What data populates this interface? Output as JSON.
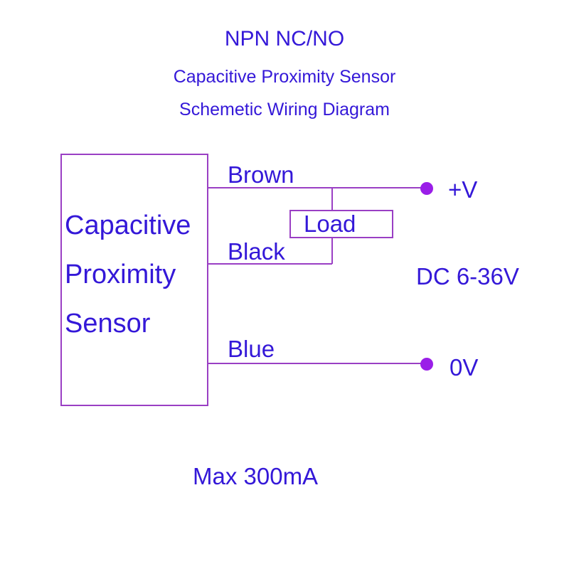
{
  "header": {
    "title": "NPN NC/NO",
    "subtitle_1": "Capacitive Proximity Sensor",
    "subtitle_2": "Schemetic Wiring Diagram"
  },
  "sensor": {
    "line_1": "Capacitive",
    "line_2": "Proximity",
    "line_3": "Sensor"
  },
  "wires": {
    "brown": "Brown",
    "black": "Black",
    "blue": "Blue"
  },
  "load": {
    "label": "Load"
  },
  "terminals": {
    "positive": "+V",
    "ground": "0V"
  },
  "supply": {
    "voltage": "DC 6-36V"
  },
  "footer": {
    "current": "Max 300mA"
  },
  "colors": {
    "text": "#3418d8",
    "line": "#9a3fc4",
    "terminal": "#9a1ee8"
  }
}
